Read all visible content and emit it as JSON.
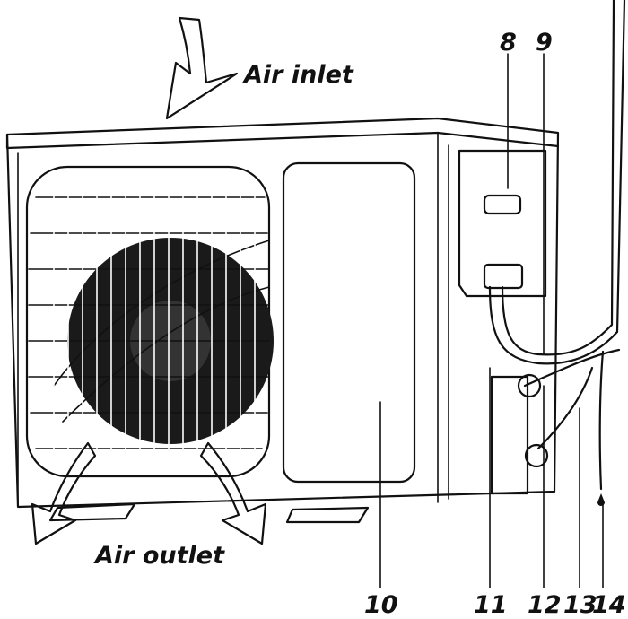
{
  "labels": {
    "air_inlet": "Air inlet",
    "air_outlet": "Air outlet"
  },
  "callouts": {
    "c8": "8",
    "c9": "9",
    "c10": "10",
    "c11": "11",
    "c12": "12",
    "c13": "13",
    "c14": "14"
  }
}
